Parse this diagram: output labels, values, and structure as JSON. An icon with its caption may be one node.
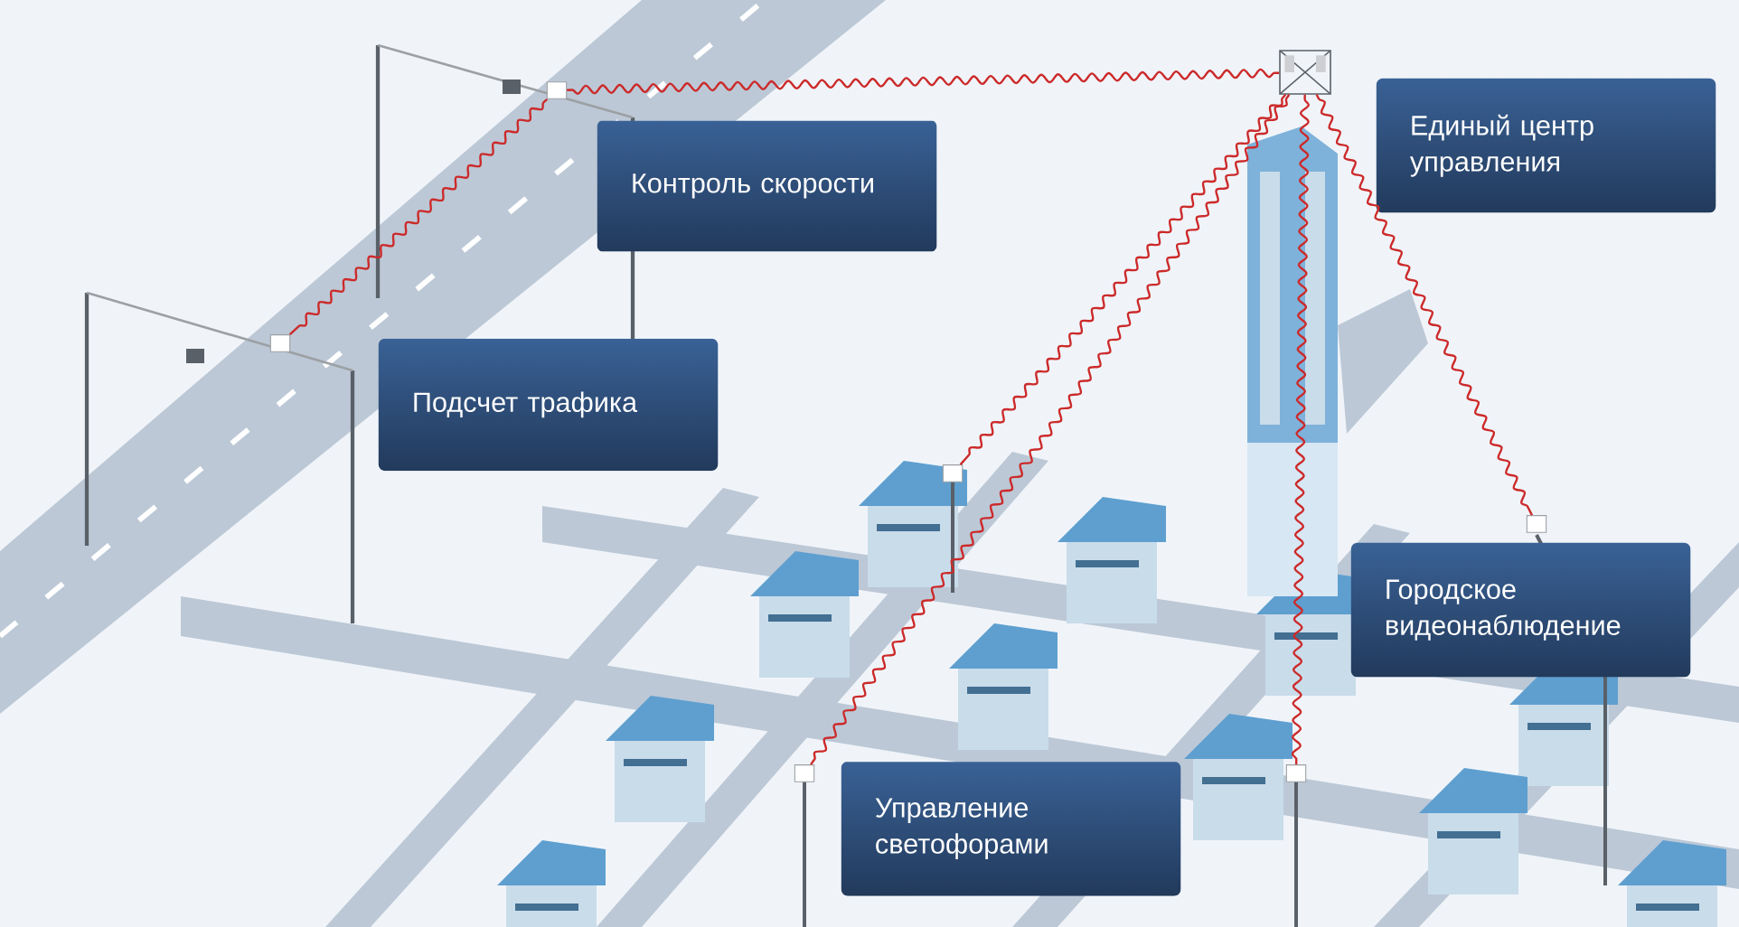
{
  "diagram": {
    "nodes": [
      {
        "text": [],
        "shape": "picture"
      },
      {
        "text": [],
        "shape": "box"
      },
      {
        "text": [
          "Контроль скорости"
        ]
      },
      {
        "text": [
          "Единый центр управления"
        ]
      },
      {
        "text": [],
        "shape": "box"
      },
      {
        "text": [
          "Подсчет трафика"
        ]
      },
      {
        "text": [],
        "shape": "box"
      },
      {
        "text": [],
        "shape": "box"
      },
      {
        "text": [
          "Городское видеонаблюдение"
        ]
      },
      {
        "text": [],
        "shape": "box"
      },
      {
        "text": [
          "Управление светофорами"
        ]
      },
      {
        "text": [],
        "shape": "box"
      }
    ],
    "edges": [
      {
        "from": 0,
        "to": 1,
        "arrow": "none"
      },
      {
        "from": 1,
        "to": 4,
        "arrow": "none"
      },
      {
        "from": 0,
        "to": 6,
        "arrow": "none"
      },
      {
        "from": 0,
        "to": 9,
        "arrow": "none"
      },
      {
        "from": 0,
        "to": 11,
        "arrow": "none"
      },
      {
        "from": 0,
        "to": 7,
        "arrow": "none"
      }
    ]
  }
}
